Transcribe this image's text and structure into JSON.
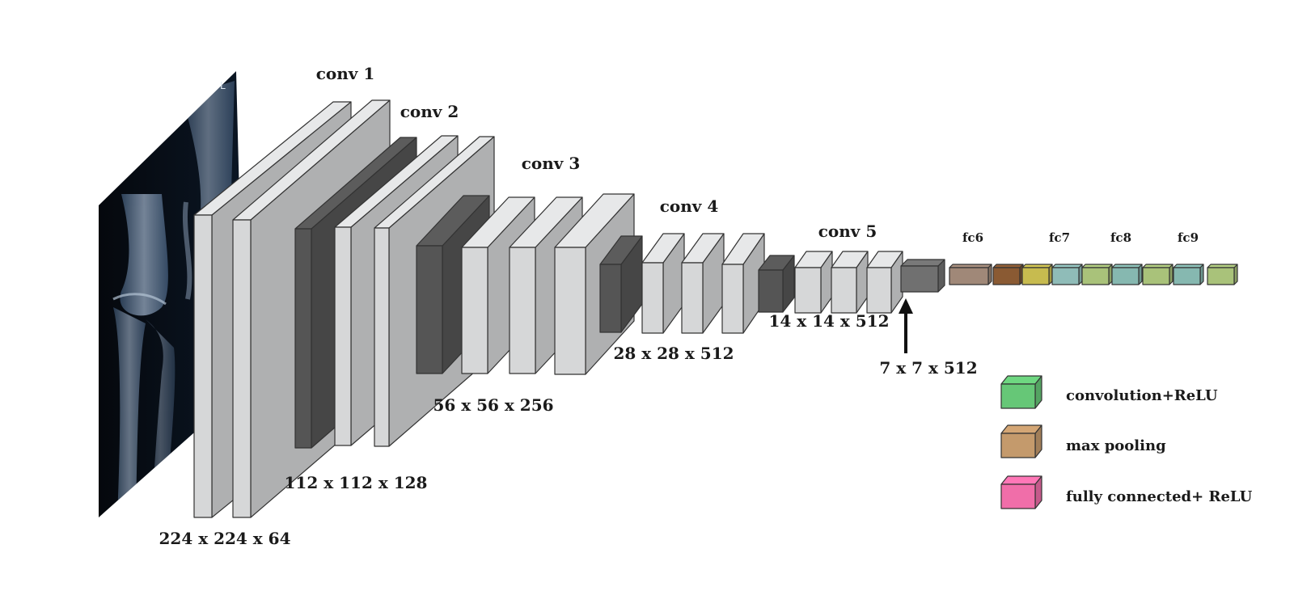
{
  "image": {
    "xray_marker": "L"
  },
  "stages": {
    "conv1": "conv 1",
    "conv2": "conv 2",
    "conv3": "conv 3",
    "conv4": "conv 4",
    "conv5": "conv 5"
  },
  "dimensions": {
    "d224": "224 x 224 x 64",
    "d112": "112 x 112 x 128",
    "d56": "56 x 56 x 256",
    "d28": "28 x 28 x 512",
    "d14": "14 x 14 x 512",
    "d7": "7 x 7 x 512"
  },
  "fc_labels": {
    "fc6": "fc6",
    "fc7": "fc7",
    "fc8": "fc8",
    "fc9": "fc9"
  },
  "legend": {
    "items": [
      {
        "label": "convolution+ReLU",
        "color": "#66c777"
      },
      {
        "label": "max pooling",
        "color": "#c49a6c"
      },
      {
        "label": "fully connected+ ReLU",
        "color": "#f06ea9"
      }
    ]
  },
  "colors": {
    "conv_block": "#d6d7d8",
    "pool_block": "#555555",
    "final_pool": "#707070",
    "outline": "#333333",
    "fc_blocks": [
      "#a08878",
      "#8a5a33",
      "#c7bb4f",
      "#8fbcb8",
      "#a9c27a",
      "#86b8b0",
      "#a9c27a",
      "#86b8b0",
      "#a9c27a"
    ]
  }
}
